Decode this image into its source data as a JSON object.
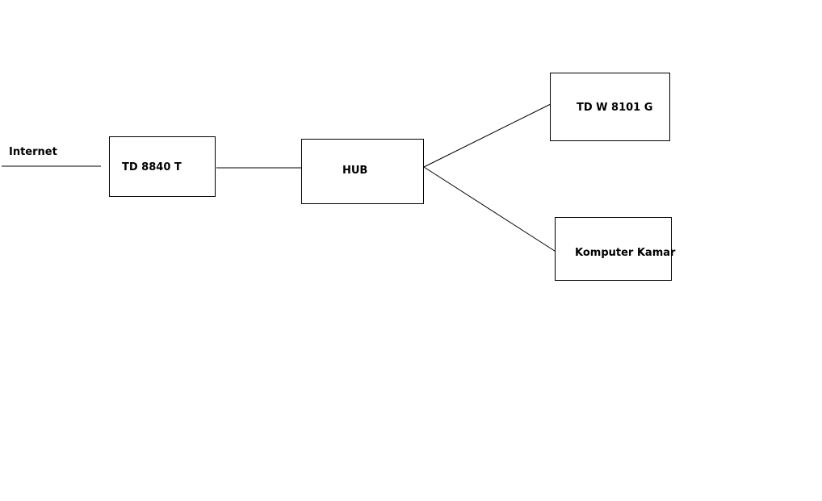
{
  "diagram": {
    "source_label": "Internet",
    "nodes": {
      "modem": "TD 8840 T",
      "hub": "HUB",
      "router": "TD W 8101 G",
      "computer": "Komputer Kamar"
    },
    "colors": {
      "line": "#000000",
      "background": "#ffffff"
    }
  }
}
